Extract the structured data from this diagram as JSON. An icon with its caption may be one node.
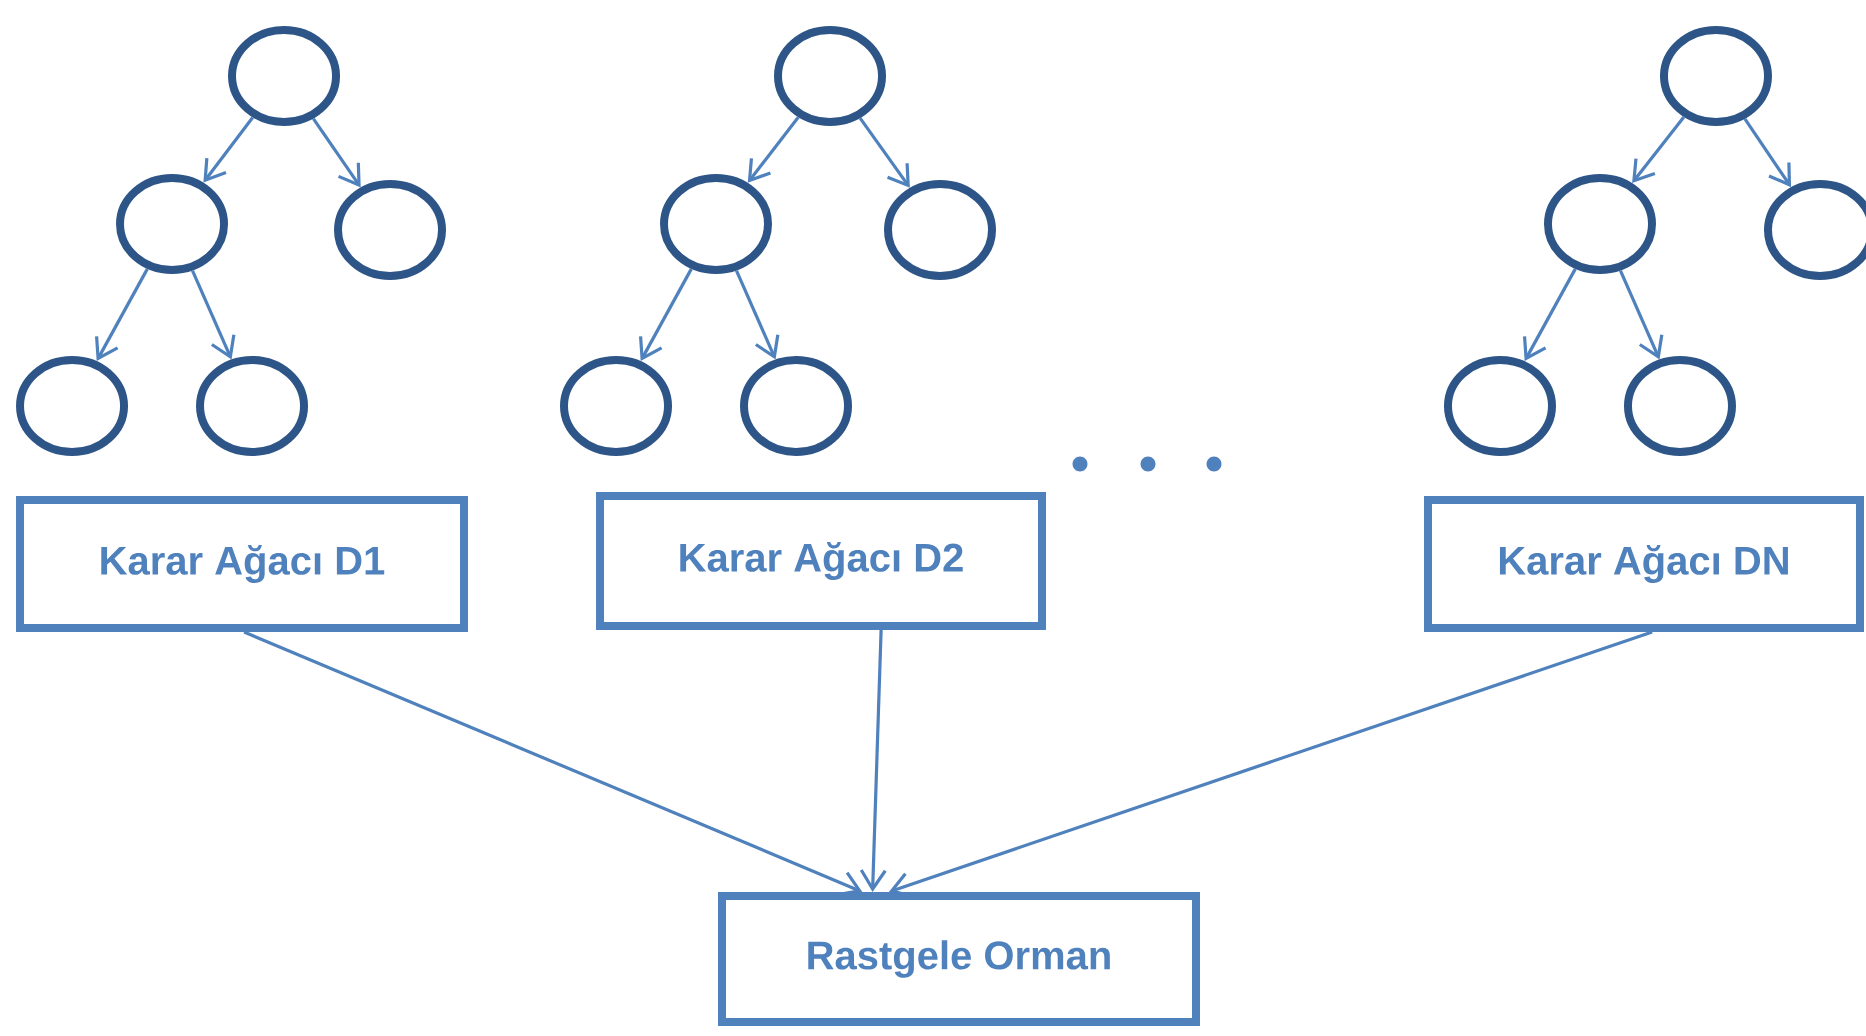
{
  "diagram": {
    "nodes": [
      {
        "text": [],
        "shape": "circle"
      },
      {
        "text": [],
        "shape": "circle"
      },
      {
        "text": [],
        "shape": "circle"
      },
      {
        "text": [],
        "shape": "circle"
      },
      {
        "text": [],
        "shape": "circle"
      },
      {
        "text": [],
        "shape": "circle"
      },
      {
        "text": [],
        "shape": "circle"
      },
      {
        "text": [],
        "shape": "circle"
      },
      {
        "text": [],
        "shape": "circle"
      },
      {
        "text": [],
        "shape": "circle"
      },
      {
        "text": [],
        "shape": "circle"
      },
      {
        "text": [],
        "shape": "circle"
      },
      {
        "text": [],
        "shape": "circle"
      },
      {
        "text": [],
        "shape": "circle"
      },
      {
        "text": [],
        "shape": "circle"
      },
      {
        "text": [
          "Karar Ağacı D1"
        ]
      },
      {
        "text": [
          "Karar Ağacı D2"
        ]
      },
      {
        "text": [
          "Karar Ağacı DN"
        ]
      },
      {
        "text": [
          "Rastgele Orman"
        ]
      }
    ],
    "edges": [
      {
        "from": 0,
        "to": 1,
        "arrow": "to"
      },
      {
        "from": 0,
        "to": 2,
        "arrow": "to"
      },
      {
        "from": 1,
        "to": 3,
        "arrow": "to"
      },
      {
        "from": 1,
        "to": 4,
        "arrow": "to"
      },
      {
        "from": 5,
        "to": 6,
        "arrow": "to"
      },
      {
        "from": 5,
        "to": 7,
        "arrow": "to"
      },
      {
        "from": 6,
        "to": 8,
        "arrow": "to"
      },
      {
        "from": 6,
        "to": 9,
        "arrow": "to"
      },
      {
        "from": 10,
        "to": 11,
        "arrow": "to"
      },
      {
        "from": 10,
        "to": 12,
        "arrow": "to"
      },
      {
        "from": 11,
        "to": 13,
        "arrow": "to"
      },
      {
        "from": 11,
        "to": 14,
        "arrow": "to"
      },
      {
        "from": 15,
        "to": 18,
        "arrow": "to"
      },
      {
        "from": 16,
        "to": 18,
        "arrow": "to"
      },
      {
        "from": 17,
        "to": 18,
        "arrow": "to"
      }
    ]
  }
}
